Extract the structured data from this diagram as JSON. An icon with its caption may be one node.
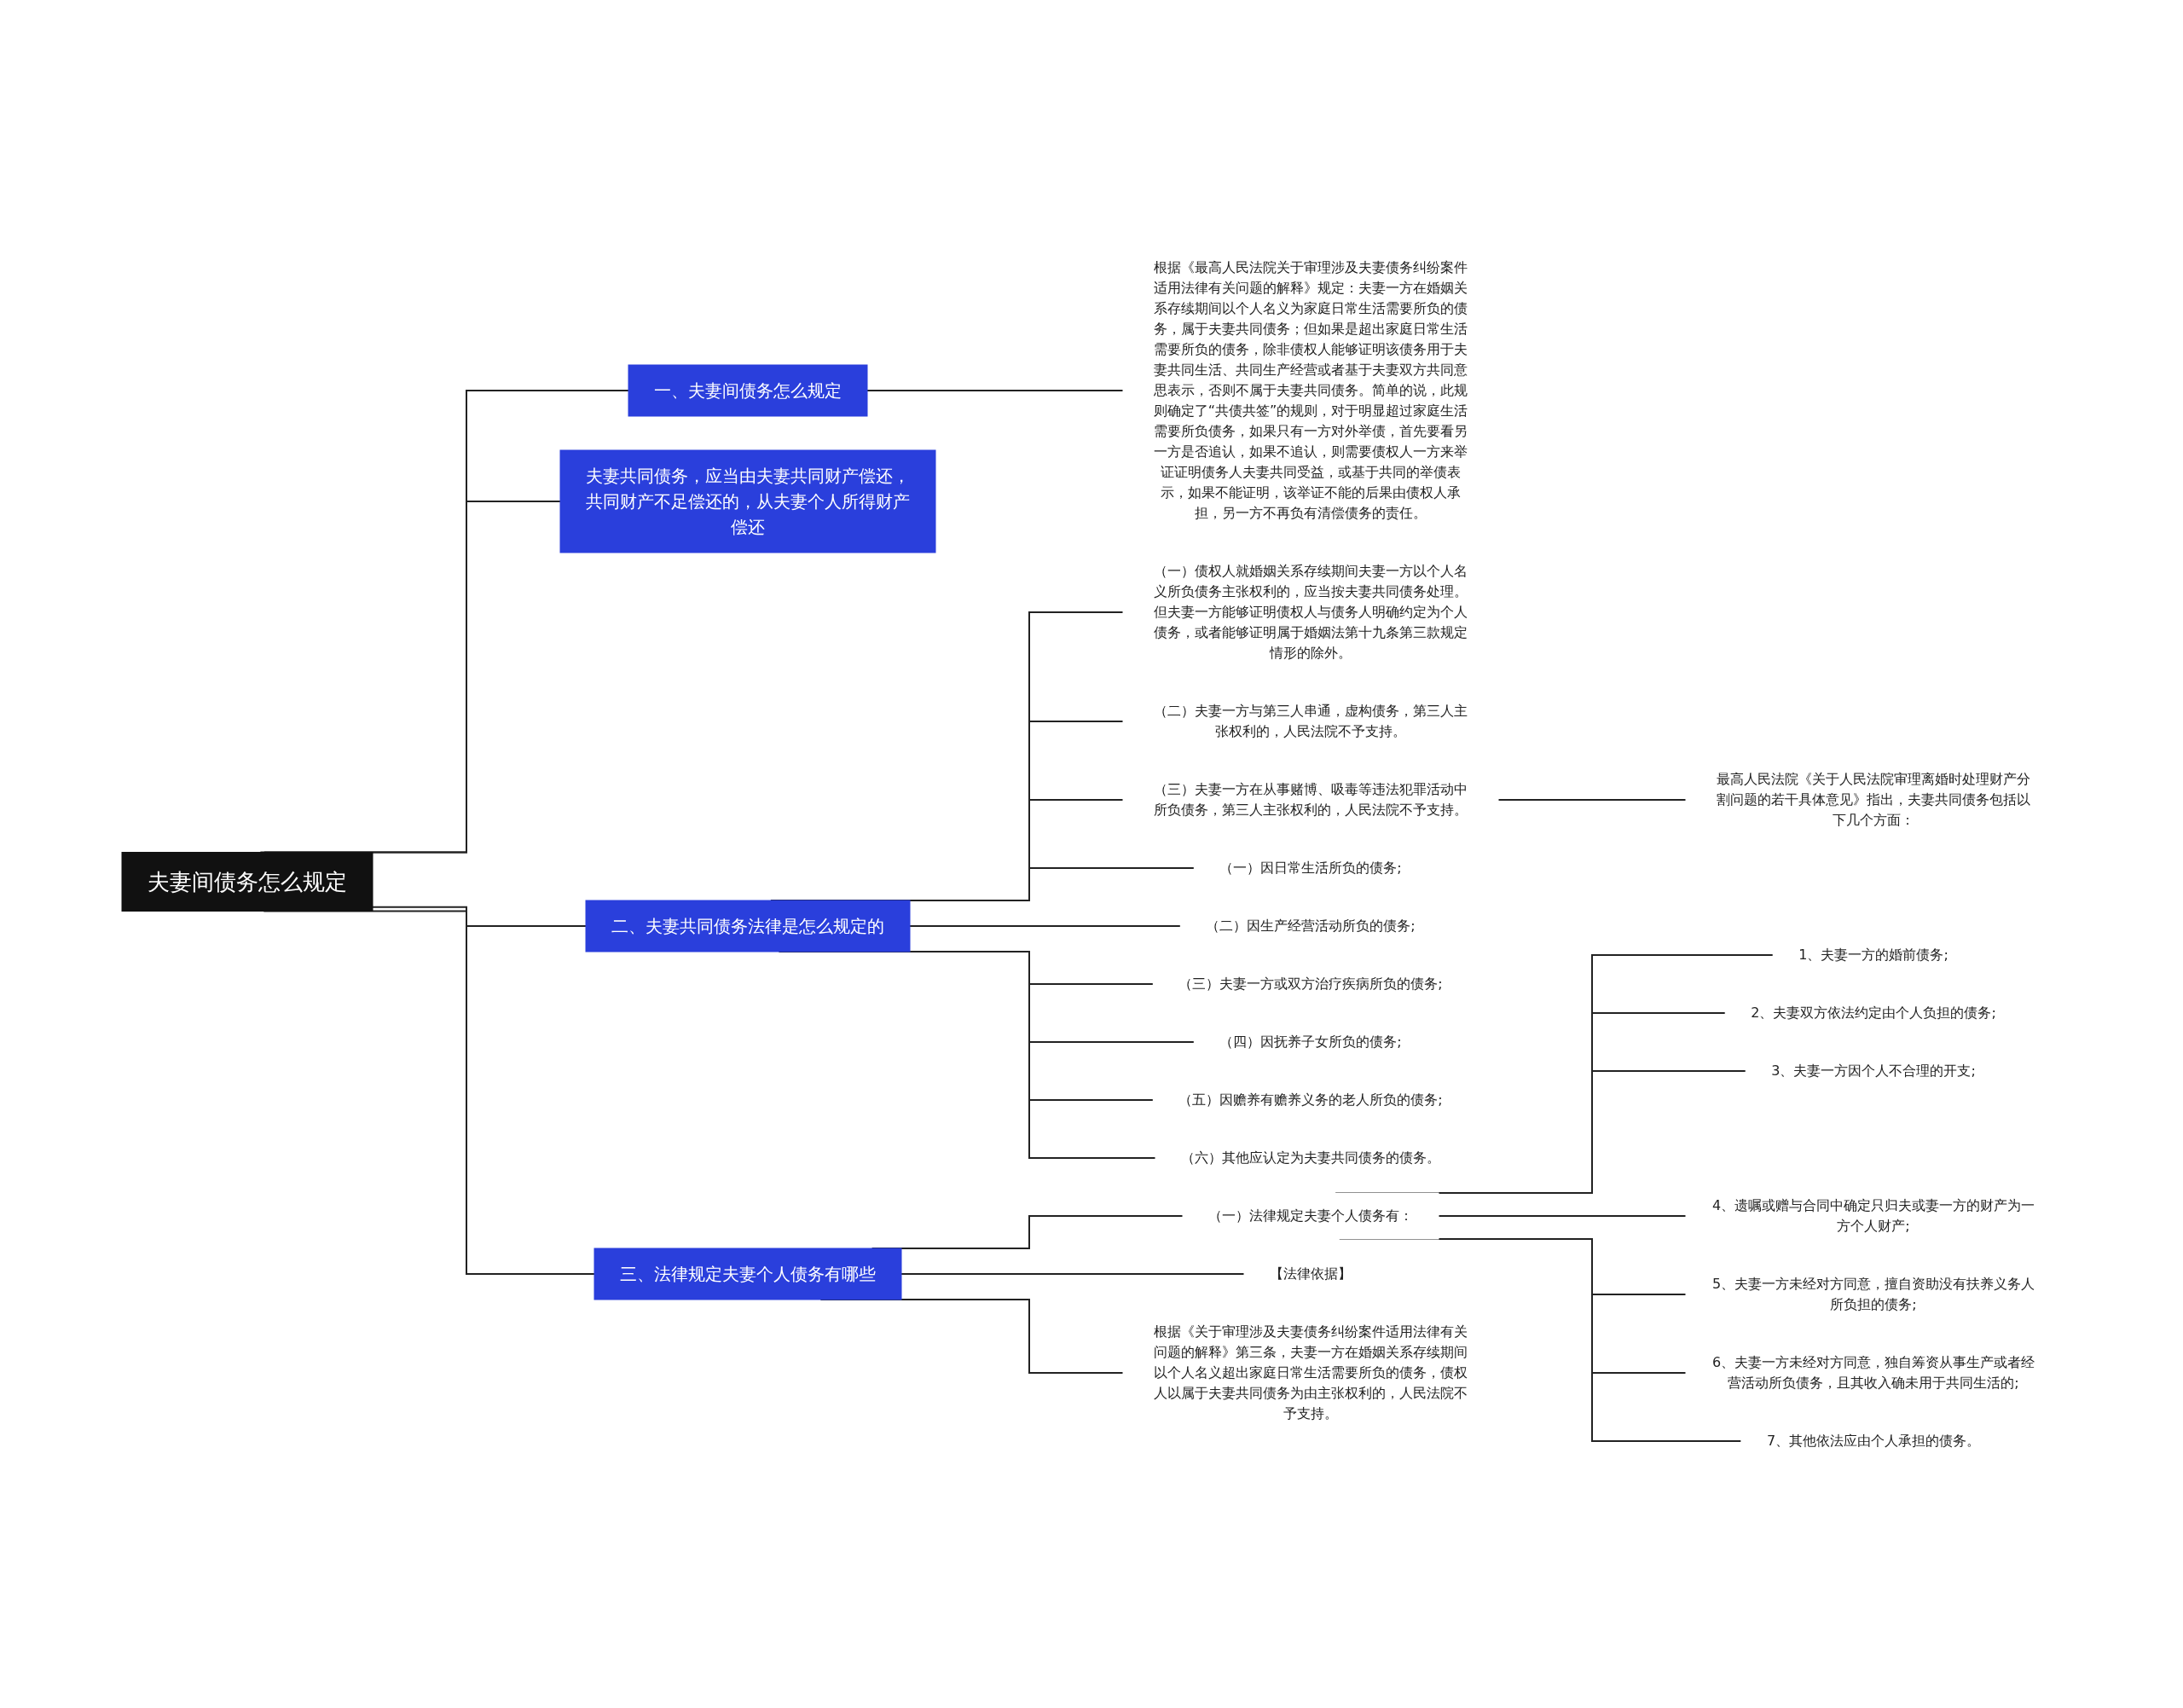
{
  "diagram": {
    "nodes": [
      {
        "text": [
          "夫妻间债务怎么规定"
        ]
      },
      {
        "text": [
          "一、夫妻间债务怎么规定"
        ]
      },
      {
        "text": [
          "根据《最高人民法院关于审理涉及夫妻债务纠纷案件适用法律有关问题的解释》规定：夫妻一方在婚姻关系存续期间以个人名义为家庭日常生活需要所负的债务，属于夫妻共同债务；但如果是超出家庭日常生活需要所负的债务，除非债权人能够证明该债务用于夫妻共同生活、共同生产经营或者基于夫妻双方共同意思表示，否则不属于夫妻共同债务。简单的说，此规则确定了“共债共签”的规则，对于明显超过家庭生活需要所负债务，如果只有一方对外举债，首先要看另一方是否追认，如果不追认，则需要债权人一方来举证证明债务人夫妻共同受益，或基于共同的举债表示，如果不能证明，该举证不能的后果由债权人承担，另一方不再负有清偿债务的责任。"
        ]
      },
      {
        "text": [
          "夫妻共同债务，应当由夫妻共同财产偿还，共同财产不足偿还的，从夫妻个人所得财产偿还"
        ]
      },
      {
        "text": [
          "二、夫妻共同债务法律是怎么规定的"
        ]
      },
      {
        "text": [
          "（一）债权人就婚姻关系存续期间夫妻一方以个人名义所负债务主张权利的，应当按夫妻共同债务处理。但夫妻一方能够证明债权人与债务人明确约定为个人债务，或者能够证明属于婚姻法第十九条第三款规定情形的除外。"
        ]
      },
      {
        "text": [
          "（二）夫妻一方与第三人串通，虚构债务，第三人主张权利的，人民法院不予支持。"
        ]
      },
      {
        "text": [
          "（三）夫妻一方在从事赌博、吸毒等违法犯罪活动中所负债务，第三人主张权利的，人民法院不予支持。"
        ]
      },
      {
        "text": [
          "最高人民法院《关于人民法院审理离婚时处理财产分割问题的若干具体意见》指出，夫妻共同债务包括以下几个方面："
        ]
      },
      {
        "text": [
          "（一）因日常生活所负的债务;"
        ]
      },
      {
        "text": [
          "（二）因生产经营活动所负的债务;"
        ]
      },
      {
        "text": [
          "（三）夫妻一方或双方治疗疾病所负的债务;"
        ]
      },
      {
        "text": [
          "（四）因抚养子女所负的债务;"
        ]
      },
      {
        "text": [
          "（五）因赡养有赡养义务的老人所负的债务;"
        ]
      },
      {
        "text": [
          "（六）其他应认定为夫妻共同债务的债务。"
        ]
      },
      {
        "text": [
          "三、法律规定夫妻个人债务有哪些"
        ]
      },
      {
        "text": [
          "（一）法律规定夫妻个人债务有："
        ]
      },
      {
        "text": [
          "1、夫妻一方的婚前债务;"
        ]
      },
      {
        "text": [
          "2、夫妻双方依法约定由个人负担的债务;"
        ]
      },
      {
        "text": [
          "3、夫妻一方因个人不合理的开支;"
        ]
      },
      {
        "text": [
          "4、遗嘱或赠与合同中确定只归夫或妻一方的财产为一方个人财产;"
        ]
      },
      {
        "text": [
          "5、夫妻一方未经对方同意，擅自资助没有扶养义务人所负担的债务;"
        ]
      },
      {
        "text": [
          "6、夫妻一方未经对方同意，独自筹资从事生产或者经营活动所负债务，且其收入确未用于共同生活的;"
        ]
      },
      {
        "text": [
          "7、其他依法应由个人承担的债务。"
        ]
      },
      {
        "text": [
          "【法律依据】"
        ]
      },
      {
        "text": [
          "根据《关于审理涉及夫妻债务纠纷案件适用法律有关问题的解释》第三条，夫妻一方在婚姻关系存续期间以个人名义超出家庭日常生活需要所负的债务，债权人以属于夫妻共同债务为由主张权利的，人民法院不予支持。"
        ]
      }
    ],
    "edges": [
      {
        "from": 0,
        "to": 1,
        "arrow": "none"
      },
      {
        "from": 1,
        "to": 2,
        "arrow": "none"
      },
      {
        "from": 0,
        "to": 3,
        "arrow": "none"
      },
      {
        "from": 0,
        "to": 4,
        "arrow": "none"
      },
      {
        "from": 4,
        "to": 5,
        "arrow": "none"
      },
      {
        "from": 4,
        "to": 6,
        "arrow": "none"
      },
      {
        "from": 4,
        "to": 7,
        "arrow": "none"
      },
      {
        "from": 7,
        "to": 8,
        "arrow": "none"
      },
      {
        "from": 4,
        "to": 9,
        "arrow": "none"
      },
      {
        "from": 4,
        "to": 10,
        "arrow": "none"
      },
      {
        "from": 4,
        "to": 11,
        "arrow": "none"
      },
      {
        "from": 4,
        "to": 12,
        "arrow": "none"
      },
      {
        "from": 4,
        "to": 13,
        "arrow": "none"
      },
      {
        "from": 4,
        "to": 14,
        "arrow": "none"
      },
      {
        "from": 0,
        "to": 15,
        "arrow": "none"
      },
      {
        "from": 15,
        "to": 16,
        "arrow": "none"
      },
      {
        "from": 16,
        "to": 17,
        "arrow": "none"
      },
      {
        "from": 16,
        "to": 18,
        "arrow": "none"
      },
      {
        "from": 16,
        "to": 19,
        "arrow": "none"
      },
      {
        "from": 16,
        "to": 20,
        "arrow": "none"
      },
      {
        "from": 16,
        "to": 21,
        "arrow": "none"
      },
      {
        "from": 16,
        "to": 22,
        "arrow": "none"
      },
      {
        "from": 16,
        "to": 23,
        "arrow": "none"
      },
      {
        "from": 15,
        "to": 24,
        "arrow": "none"
      },
      {
        "from": 15,
        "to": 25,
        "arrow": "none"
      }
    ]
  }
}
